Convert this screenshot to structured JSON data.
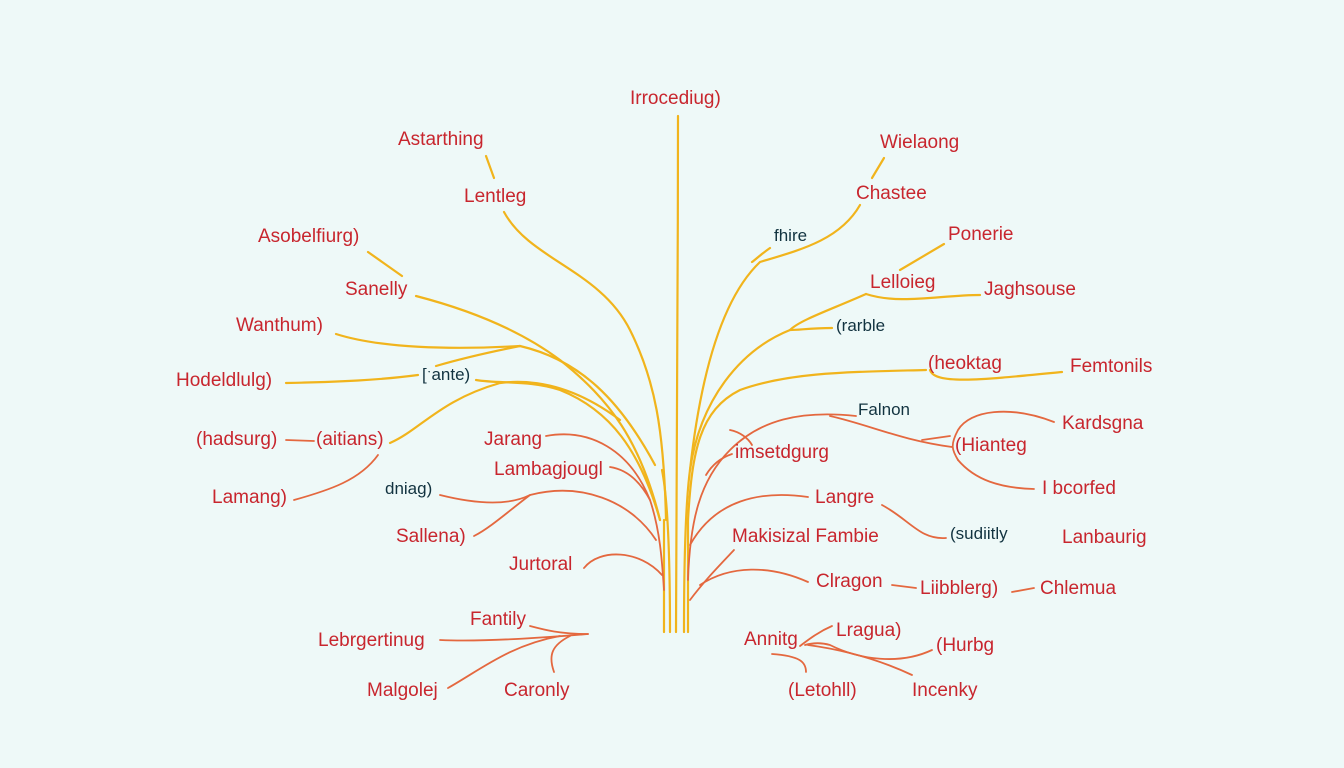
{
  "diagram": {
    "type": "tree",
    "colors": {
      "background": "#eef9f8",
      "label": "#c8262e",
      "label_secondary": "#123340",
      "trunk_branch": "#f1b41c",
      "sub_branch": "#e4683f"
    },
    "root": "Irrocediug)",
    "left_labels": {
      "astarthing": "Astarthing",
      "lentleg": "Lentleg",
      "asobelfiurg": "Asobelfiurg)",
      "sanelly": "Sanelly",
      "wanthum": "Wanthum)",
      "hodeldlulg": "Hodeldlulg)",
      "ante": "[ˑante)",
      "hadsurg": "(hadsurg)",
      "aitians": "(aitians)",
      "lamang": "Lamang)",
      "jarang": "Jarang",
      "lambagjougl": "Lambagjougl",
      "dniag": "dniag)",
      "sallena": "Sallena)",
      "jurtoral": "Jurtoral",
      "fantily": "Fantily",
      "lebrgertinug": "Lebrgertinug",
      "malgolej": "Malgolej",
      "caronly": "Caronly"
    },
    "right_labels": {
      "wielaong": "Wielaong",
      "chastee": "Chastee",
      "fhire": "fhire",
      "ponerie": "Ponerie",
      "lelloieg": "Lelloieg",
      "jaghsouse": "Jaghsouse",
      "rarble": "(rarble",
      "heoktag": "(heoktag",
      "femtonils": "Femtonils",
      "falnon": "Falnon",
      "kardsgna": "Kardsgna",
      "hianteg": "(Hianteg",
      "ibcorfed": "I bcorfed",
      "imsetdgurg": "imsetdgurg",
      "langre": "Langre",
      "sudiitly": "(sudiitly",
      "lanbaurig": "Lanbaurig",
      "makisizal": "Makisizal Fambie",
      "clragon": "Clragon",
      "liibblerg": "Liibblerg)",
      "chlemua": "Chlemua",
      "annitg": "Annitg",
      "lragua": "Lragua)",
      "hurbg": "(Hurbg",
      "letohll": "(Letohll)",
      "incenky": "Incenky"
    }
  }
}
